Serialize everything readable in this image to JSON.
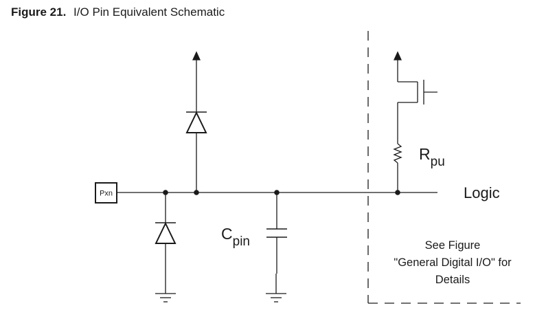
{
  "figure": {
    "number_label": "Figure 21.",
    "title": "I/O Pin Equivalent Schematic"
  },
  "schematic": {
    "pin_label": "Pxn",
    "cap_label": {
      "main": "C",
      "sub": "pin"
    },
    "resistor_label": {
      "main": "R",
      "sub": "pu"
    },
    "logic_label": "Logic",
    "note_lines": [
      "See Figure",
      "\"General Digital I/O\" for",
      "Details"
    ]
  }
}
